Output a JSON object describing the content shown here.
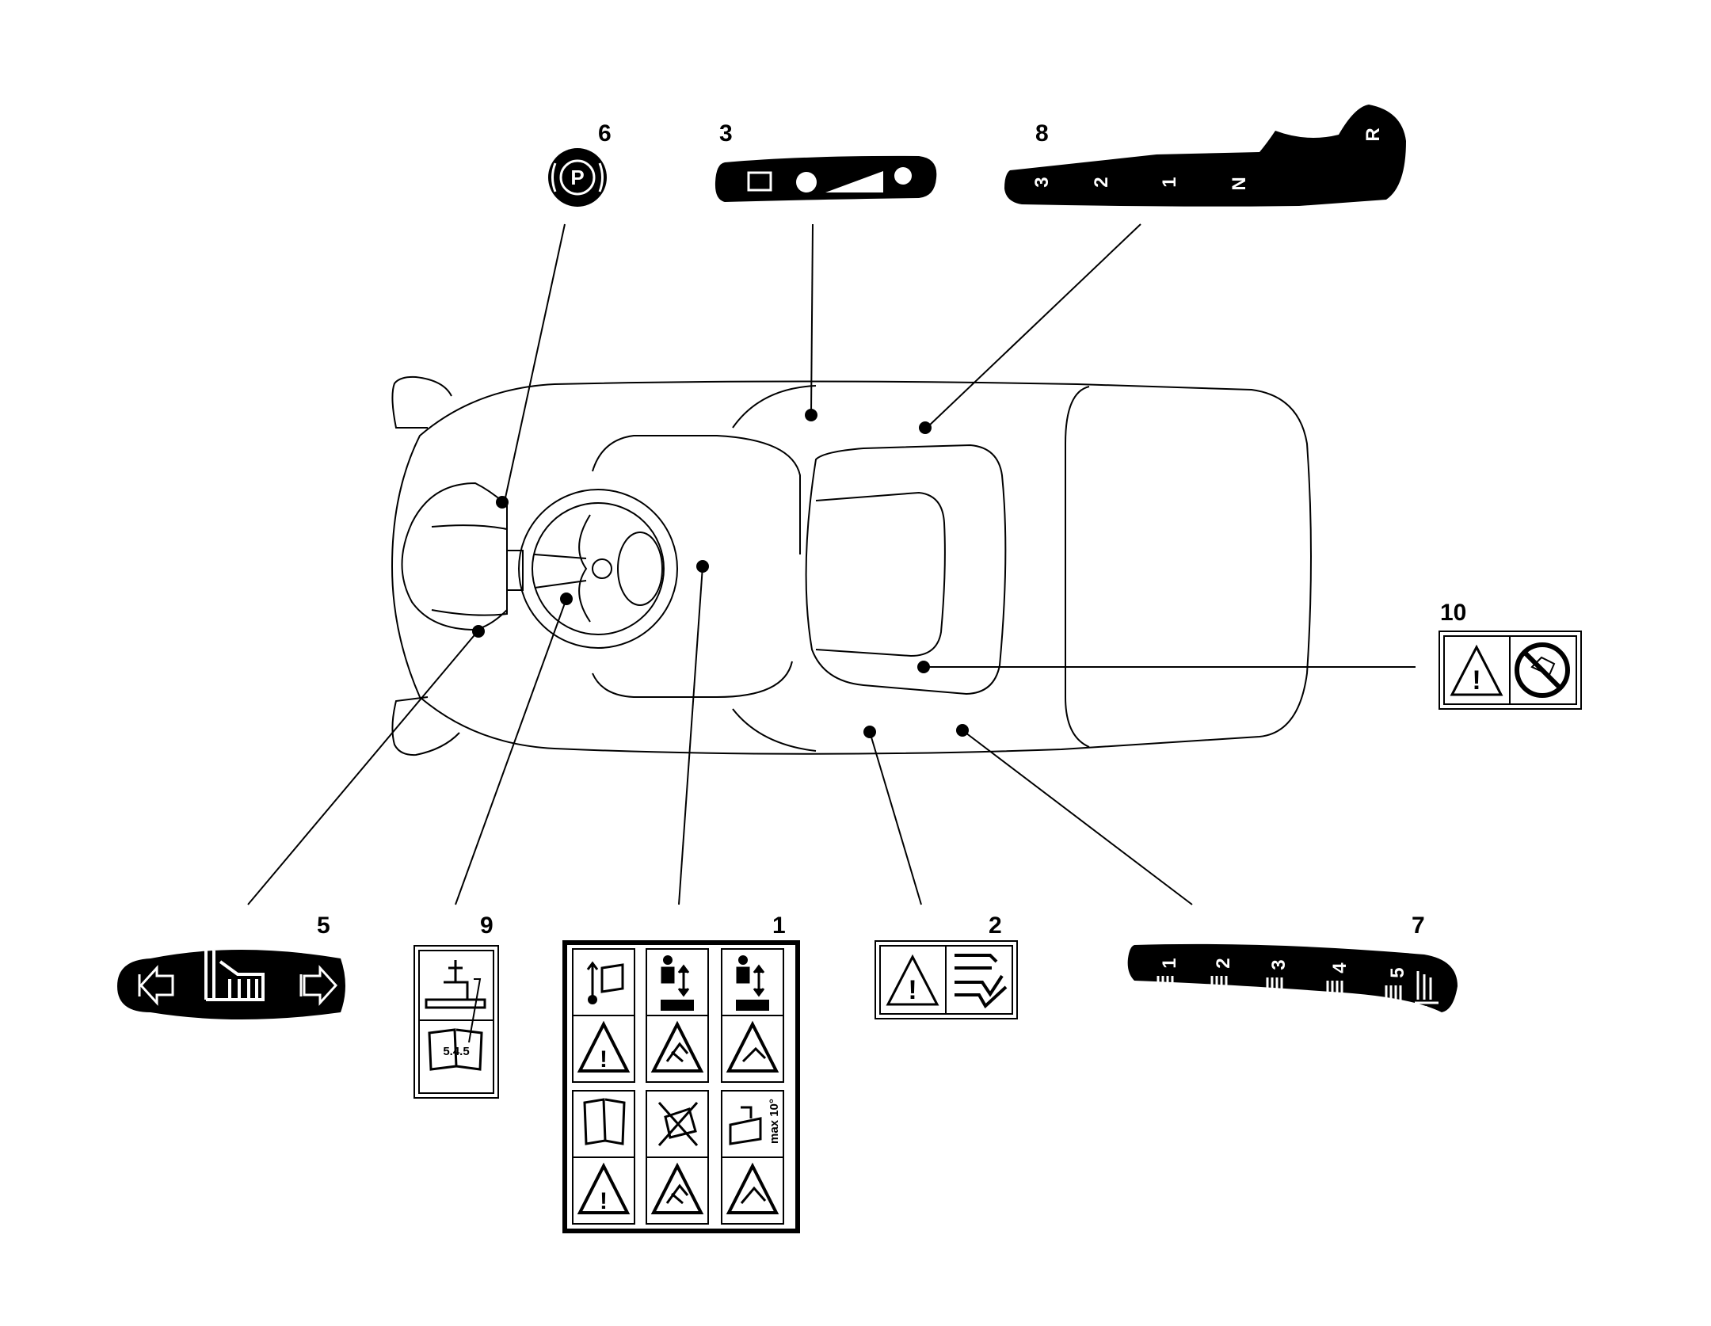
{
  "callouts": [
    {
      "id": "1",
      "label": "1"
    },
    {
      "id": "2",
      "label": "2"
    },
    {
      "id": "3",
      "label": "3"
    },
    {
      "id": "5",
      "label": "5"
    },
    {
      "id": "6",
      "label": "6"
    },
    {
      "id": "7",
      "label": "7"
    },
    {
      "id": "8",
      "label": "8"
    },
    {
      "id": "9",
      "label": "9"
    },
    {
      "id": "10",
      "label": "10"
    }
  ],
  "decals": {
    "parking_brake": {
      "symbol": "P"
    },
    "gear_selector": {
      "positions": [
        "3",
        "2",
        "1",
        "N",
        "R"
      ]
    },
    "cutting_height": {
      "positions": [
        "1",
        "2",
        "3",
        "4",
        "5"
      ]
    },
    "manual_ref": {
      "section": "5.4.5"
    },
    "safety_panel": {
      "slope_text": "max 10°"
    }
  },
  "colors": {
    "ink": "#000000",
    "paper": "#ffffff"
  }
}
